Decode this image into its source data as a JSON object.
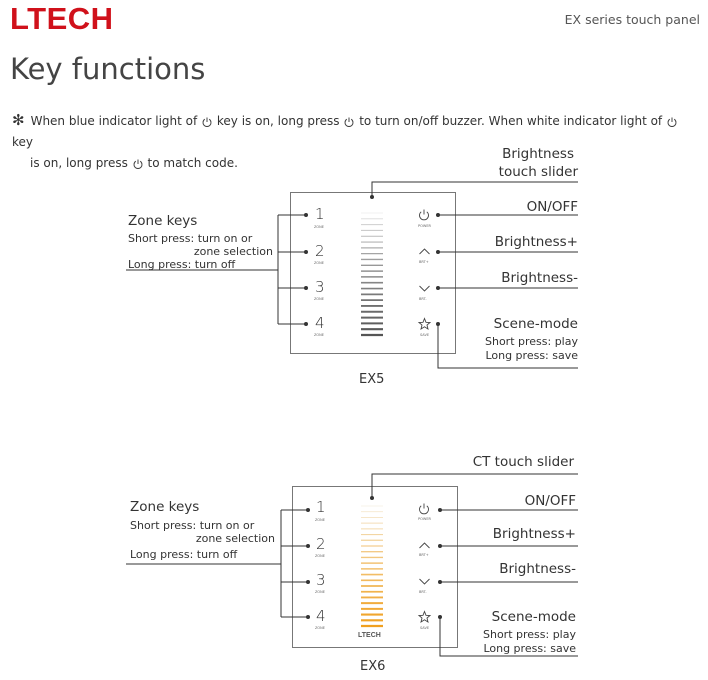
{
  "header": {
    "brand": "LTECH",
    "brand_color": "#d0111b",
    "series_title": "EX series touch panel"
  },
  "page_title": "Key functions",
  "note": {
    "star": "✻",
    "part1": "When blue indicator light of",
    "part2": "key is on, long press",
    "part3": "to turn on/off buzzer. When white indicator light of",
    "part4": "key",
    "part5": "is on, long press",
    "part6": "to match code.",
    "icon": "power-icon"
  },
  "ex5": {
    "caption": "EX5",
    "slider_label_line1": "Brightness",
    "slider_label_line2": "touch slider",
    "zone_title": "Zone keys",
    "zone_short_1": "Short press: turn on or",
    "zone_short_2": "zone selection",
    "zone_long": "Long press: turn off",
    "zones": [
      {
        "num": "1",
        "sub": "ZONE"
      },
      {
        "num": "2",
        "sub": "ZONE"
      },
      {
        "num": "3",
        "sub": "ZONE"
      },
      {
        "num": "4",
        "sub": "ZONE"
      }
    ],
    "right_keys": [
      {
        "label": "ON/OFF",
        "sub": "POWER",
        "icon": "power-icon"
      },
      {
        "label": "Brightness+",
        "sub": "BRT+",
        "icon": "chevron-up-icon"
      },
      {
        "label": "Brightness-",
        "sub": "BRT-",
        "icon": "chevron-down-icon"
      },
      {
        "label": "Scene-mode",
        "sub": "SAVE",
        "icon": "star-icon"
      }
    ],
    "scene_short": "Short press: play",
    "scene_long": "Long press: save",
    "slider_color": "#555555"
  },
  "ex6": {
    "caption": "EX6",
    "slider_label": "CT touch slider",
    "zone_title": "Zone keys",
    "zone_short_1": "Short press: turn on or",
    "zone_short_2": "zone selection",
    "zone_long": "Long press: turn off",
    "panel_brand": "LTECH",
    "zones": [
      {
        "num": "1",
        "sub": "ZONE"
      },
      {
        "num": "2",
        "sub": "ZONE"
      },
      {
        "num": "3",
        "sub": "ZONE"
      },
      {
        "num": "4",
        "sub": "ZONE"
      }
    ],
    "right_keys": [
      {
        "label": "ON/OFF",
        "sub": "POWER",
        "icon": "power-icon"
      },
      {
        "label": "Brightness+",
        "sub": "BRT+",
        "icon": "chevron-up-icon"
      },
      {
        "label": "Brightness-",
        "sub": "BRT-",
        "icon": "chevron-down-icon"
      },
      {
        "label": "Scene-mode",
        "sub": "SAVE",
        "icon": "star-icon"
      }
    ],
    "scene_short": "Short press: play",
    "scene_long": "Long press: save",
    "slider_warm": "#f0a020",
    "slider_cool": "#f5efe0"
  }
}
